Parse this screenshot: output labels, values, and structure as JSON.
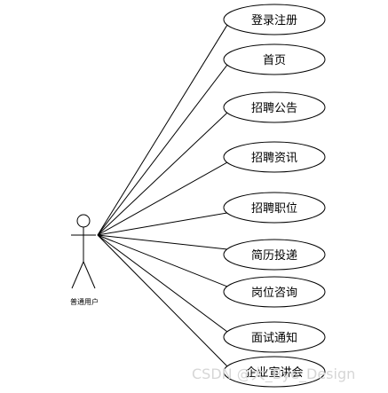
{
  "actor": {
    "name": "普通用户"
  },
  "use_cases": [
    "登录注册",
    "首页",
    "招聘公告",
    "招聘资讯",
    "招聘职位",
    "简历投递",
    "岗位咨询",
    "面试通知",
    "企业宣讲会"
  ],
  "watermark": "CSDN @大_Bye_Design"
}
